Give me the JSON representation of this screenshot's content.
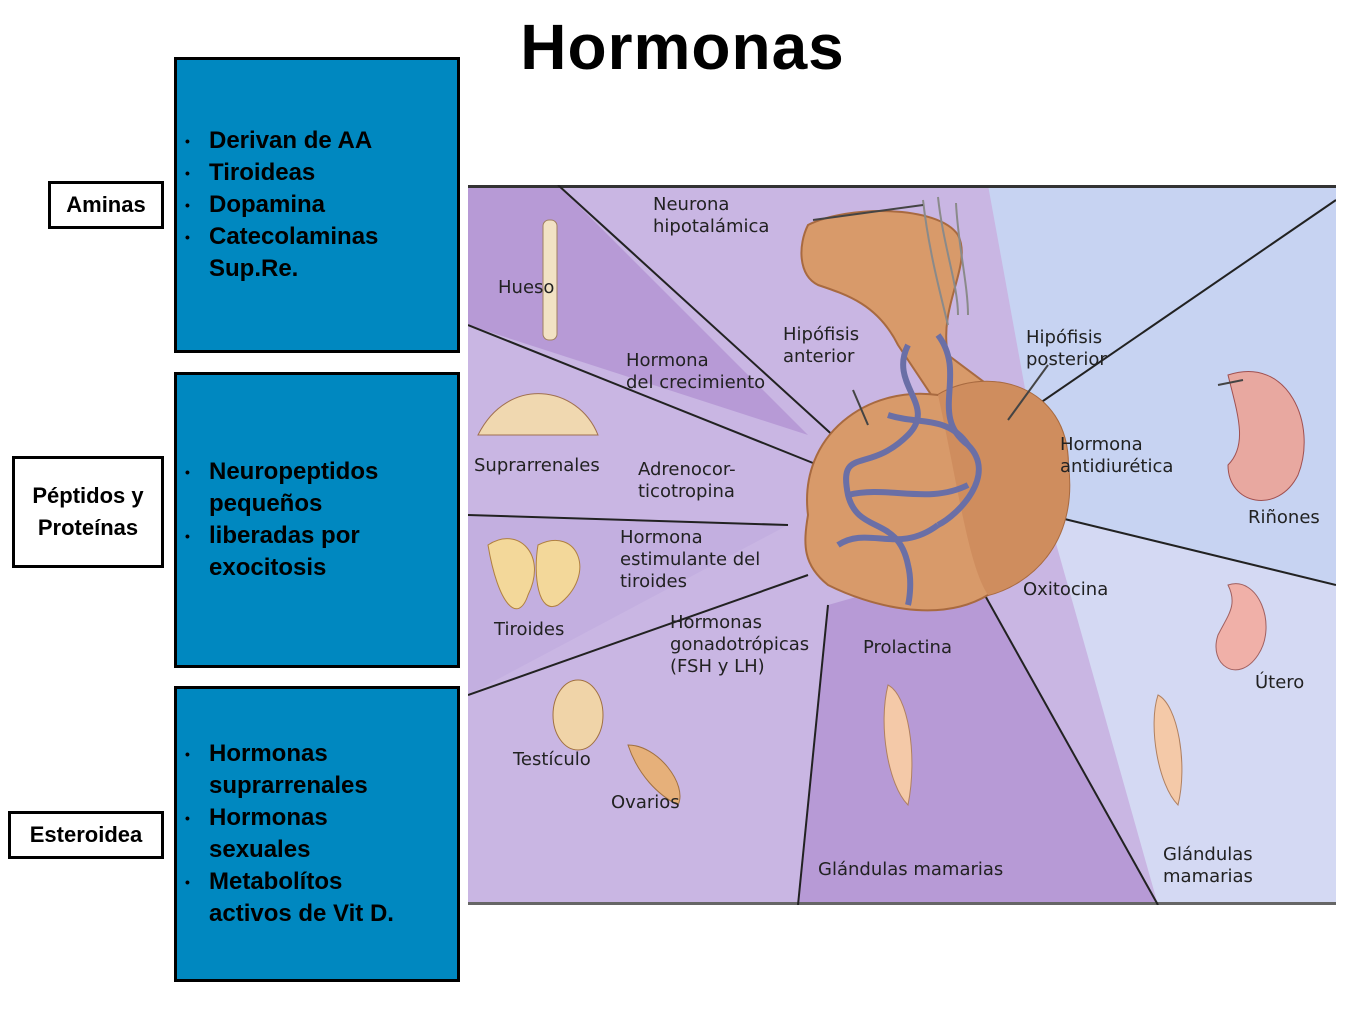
{
  "title": "Hormonas",
  "categories": [
    {
      "label": "Aminas",
      "items": [
        "Derivan de AA",
        "Tiroideas",
        "Dopamina",
        "Catecolaminas Sup.Re."
      ]
    },
    {
      "label": "Péptidos y\nProteínas",
      "items": [
        "Neuropeptidos pequeños",
        "liberadas por exocitosis"
      ]
    },
    {
      "label": "Esteroidea",
      "items": [
        "Hormonas suprarrenales",
        "Hormonas sexuales",
        "Metabolítos activos de Vit D."
      ]
    }
  ],
  "diagram_labels": {
    "neurona": "Neurona\nhipotalámica",
    "hueso": "Hueso",
    "hip_anterior": "Hipófisis\nanterior",
    "hip_posterior": "Hipófisis\nposterior",
    "crecimiento": "Hormona\ndel crecimiento",
    "suprarrenales": "Suprarrenales",
    "adrenocorticotropina": "Adrenocor-\nticotropina",
    "antidiuretica": "Hormona\nantidiurética",
    "rinones": "Riñones",
    "estimulante": "Hormona\nestimulante del\ntiroides",
    "tiroides": "Tiroides",
    "oxitocina": "Oxitocina",
    "gonadotropicas": "Hormonas\ngonadotrópicas\n(FSH y LH)",
    "prolactina": "Prolactina",
    "utero": "Útero",
    "testiculo": "Testículo",
    "ovarios": "Ovarios",
    "glandulas_centro": "Glándulas mamarias",
    "glandulas_der": "Glándulas\nmamarias"
  },
  "colors": {
    "box_blue": "#0088c0",
    "diagram_lavender": "#c9b6e3",
    "diagram_purple": "#b79ad6",
    "diagram_lightblue": "#c7d3f2",
    "gland": "#d89a6a",
    "vessels": "#6a6fa6"
  }
}
